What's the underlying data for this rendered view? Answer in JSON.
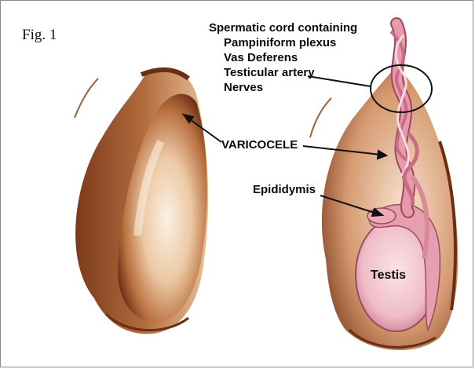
{
  "figure": {
    "label": "Fig. 1"
  },
  "labels": {
    "cord_title": "Spermatic cord containing",
    "cord_items": [
      "Pampiniform plexus",
      "Vas Deferens",
      "Testicular artery",
      "Nerves"
    ],
    "varicocele": "VARICOCELE",
    "epididymis": "Epididymis",
    "testis": "Testis"
  },
  "colors": {
    "skin_dark": "#7a3a1c",
    "skin_mid": "#c98a5e",
    "skin_light": "#f6e6d4",
    "vessel": "#d98a9a",
    "vessel_dark": "#9c4a5e",
    "testis_fill": "#f3cbd3",
    "annotation": "#111111"
  }
}
